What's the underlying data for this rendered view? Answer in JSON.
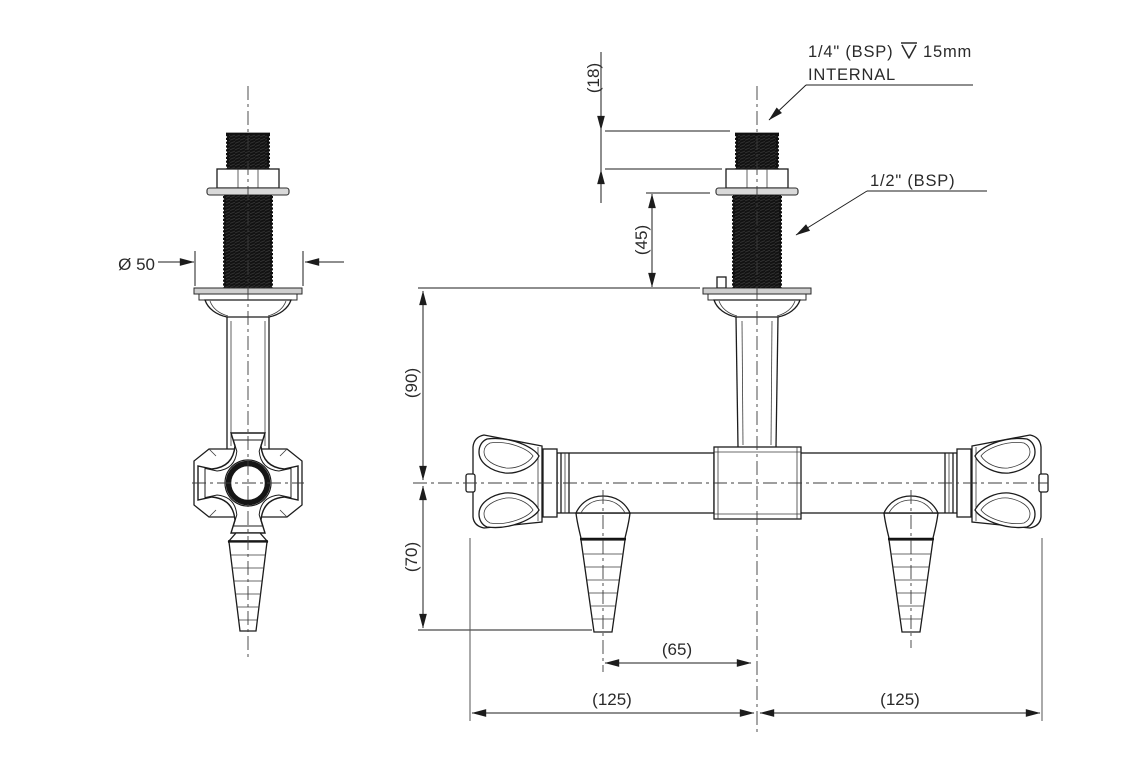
{
  "drawing": {
    "colors": {
      "background": "#ffffff",
      "outline": "#1c1c1c",
      "extension_lines": "#8e8e8e",
      "text": "#2a2a2a"
    },
    "callouts": {
      "top_thread": "1/4\" (BSP)",
      "depth_symbol": "⊽",
      "top_depth": "15mm",
      "top_note": "INTERNAL",
      "side_thread": "1/2\" (BSP)"
    },
    "dims": {
      "d18": "(18)",
      "d45": "(45)",
      "d90": "(90)",
      "d70": "(70)",
      "d65": "(65)",
      "d125_left": "(125)",
      "d125_right": "(125)",
      "dia50": "Ø 50"
    }
  }
}
